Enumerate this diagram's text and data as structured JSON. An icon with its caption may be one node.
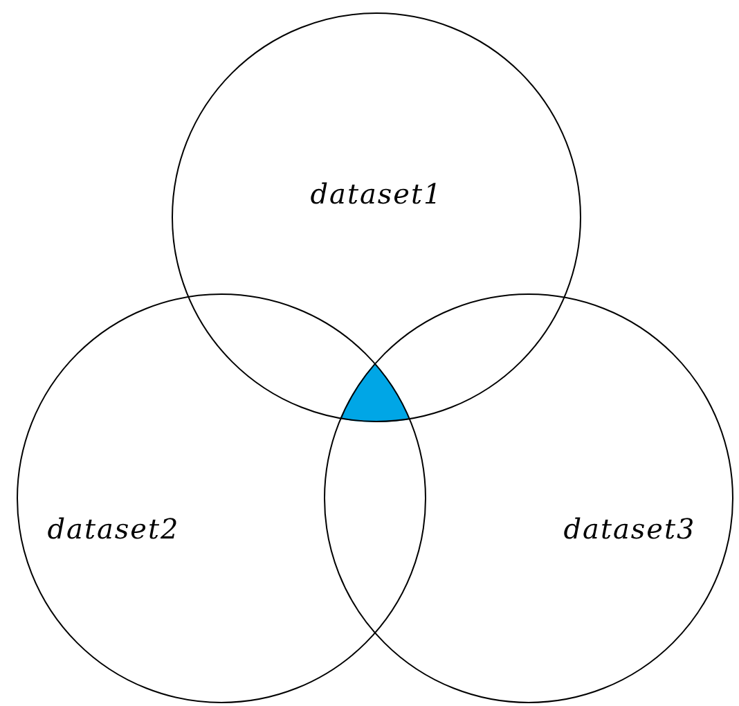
{
  "diagram": {
    "nodes": [
      {
        "text": [
          "dataset1"
        ]
      },
      {
        "text": [
          "dataset2"
        ]
      },
      {
        "text": [
          "dataset3"
        ]
      }
    ]
  }
}
